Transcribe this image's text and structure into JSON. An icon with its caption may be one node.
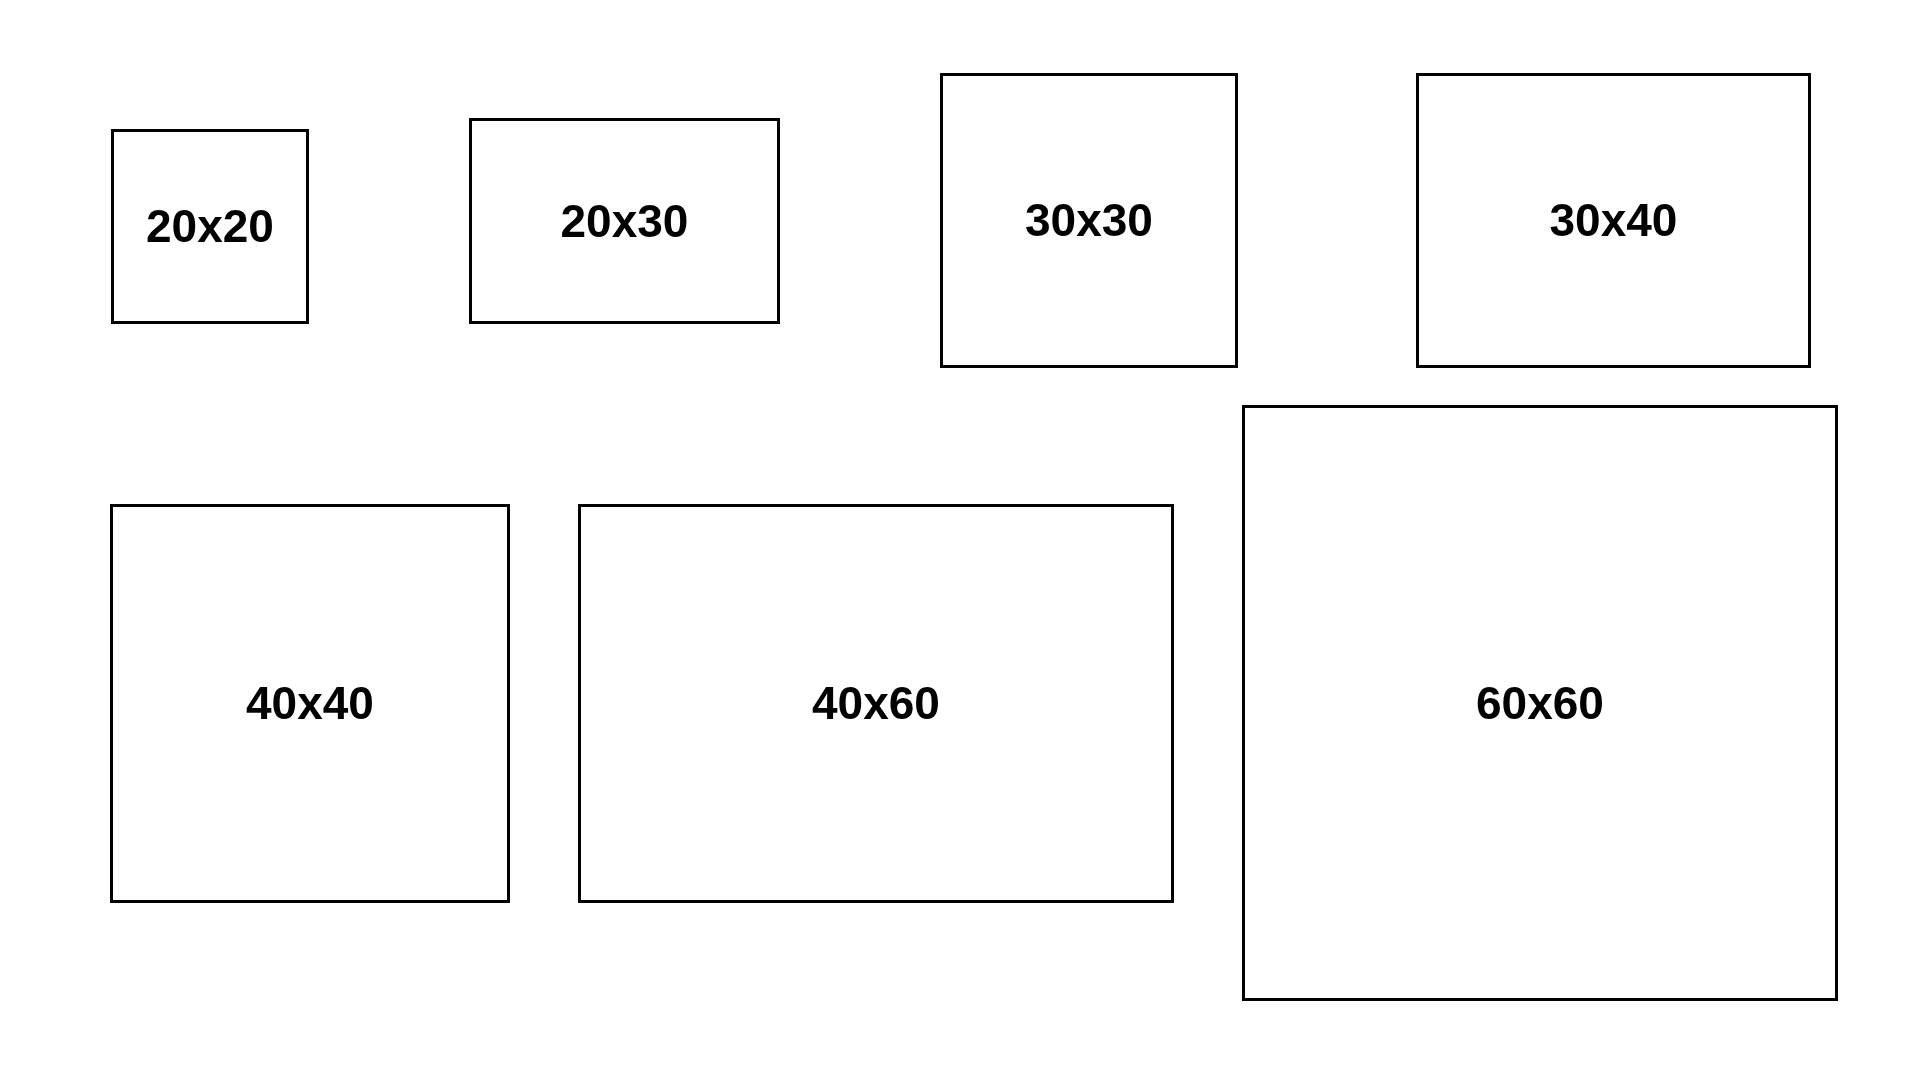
{
  "diagram": {
    "nodes": [
      {
        "text": [
          "20x20"
        ]
      },
      {
        "text": [
          "20x30"
        ]
      },
      {
        "text": [
          "30x30"
        ]
      },
      {
        "text": [
          "30x40"
        ]
      },
      {
        "text": [
          "40x40"
        ]
      },
      {
        "text": [
          "40x60"
        ]
      },
      {
        "text": [
          "60x60"
        ]
      }
    ]
  }
}
